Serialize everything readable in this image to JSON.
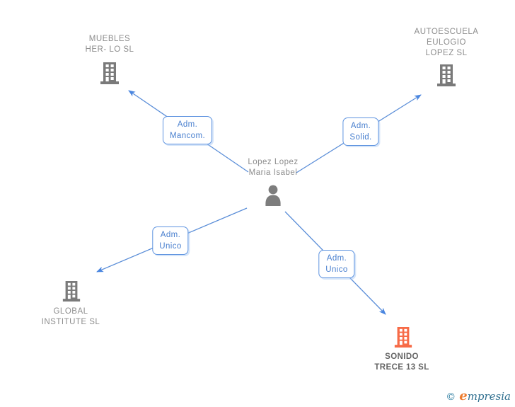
{
  "diagram": {
    "person": {
      "name_lines": [
        "Lopez Lopez",
        "Maria Isabel"
      ]
    },
    "companies": [
      {
        "name_lines": [
          "MUEBLES",
          "HER- LO  SL"
        ],
        "highlighted": false
      },
      {
        "name_lines": [
          "AUTOESCUELA",
          "EULOGIO",
          "LOPEZ SL"
        ],
        "highlighted": false
      },
      {
        "name_lines": [
          "GLOBAL",
          "INSTITUTE  SL"
        ],
        "highlighted": false
      },
      {
        "name_lines": [
          "SONIDO",
          "TRECE 13 SL"
        ],
        "highlighted": true
      }
    ],
    "relationships": [
      {
        "role_lines": [
          "Adm.",
          "Mancom."
        ],
        "from": "Lopez Lopez Maria Isabel",
        "to": "MUEBLES HER- LO SL"
      },
      {
        "role_lines": [
          "Adm.",
          "Solid."
        ],
        "from": "Lopez Lopez Maria Isabel",
        "to": "AUTOESCUELA EULOGIO LOPEZ SL"
      },
      {
        "role_lines": [
          "Adm.",
          "Unico"
        ],
        "from": "Lopez Lopez Maria Isabel",
        "to": "GLOBAL INSTITUTE SL"
      },
      {
        "role_lines": [
          "Adm.",
          "Unico"
        ],
        "from": "Lopez Lopez Maria Isabel",
        "to": "SONIDO TRECE 13 SL"
      }
    ],
    "colors": {
      "line_blue": "#5b8ed8",
      "label_text_blue": "#4a80cf",
      "label_border_blue": "#5f94e0",
      "company_text_gray": "#8d8d8d",
      "highlight_text_gray": "#646464",
      "icon_gray": "#7a7a7a",
      "icon_highlight_orange": "#f76b47"
    }
  },
  "footer": {
    "copyright_symbol": "©",
    "brand_initial": "e",
    "brand_rest": "mpresia"
  }
}
